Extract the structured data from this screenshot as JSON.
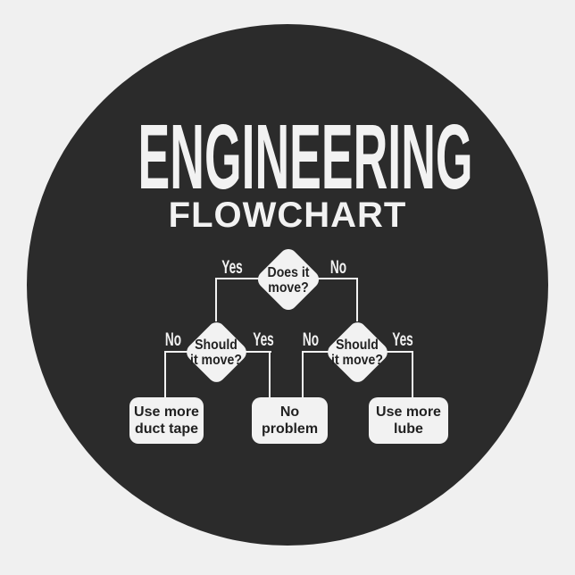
{
  "colors": {
    "canvas_bg": "#f0f0f0",
    "sticker_bg": "#2b2b2b",
    "shape_fill": "#f2f2f2",
    "shape_text": "#222222",
    "connector": "#f2f2f2",
    "label_text": "#f2f2f2"
  },
  "sticker": {
    "title": "ENGINEERING",
    "subtitle": "FLOWCHART"
  },
  "flowchart": {
    "root": {
      "line1": "Does it",
      "line2": "move?",
      "yes_label": "Yes",
      "no_label": "No"
    },
    "left": {
      "line1": "Should",
      "line2": "it move?",
      "yes_label": "Yes",
      "no_label": "No"
    },
    "right": {
      "line1": "Should",
      "line2": "it move?",
      "yes_label": "Yes",
      "no_label": "No"
    },
    "results": {
      "duct_tape": {
        "line1": "Use more",
        "line2": "duct tape"
      },
      "no_problem": {
        "line1": "No",
        "line2": "problem"
      },
      "lube": {
        "line1": "Use more",
        "line2": "lube"
      }
    }
  }
}
